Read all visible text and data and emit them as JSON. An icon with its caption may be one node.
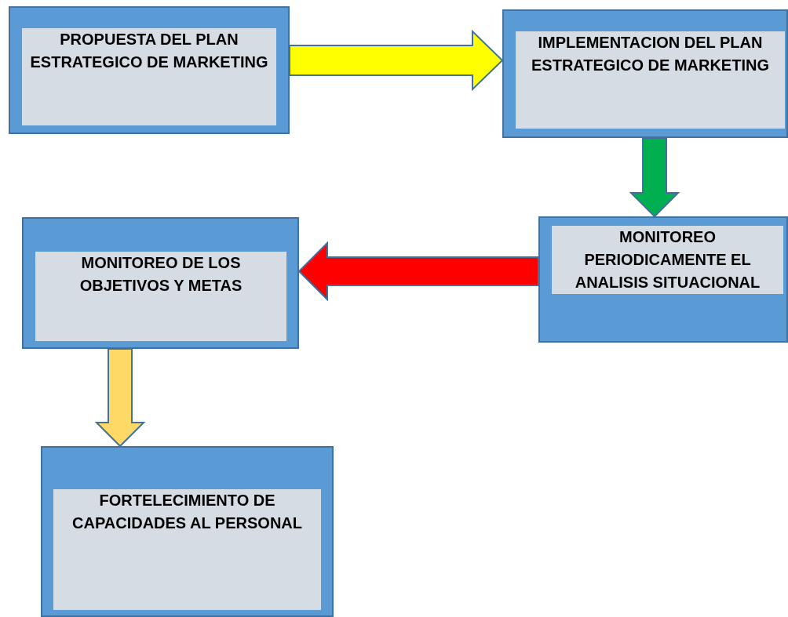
{
  "diagram": {
    "nodes": [
      {
        "text": [
          "PROPUESTA DEL PLAN ESTRATEGICO DE MARKETING"
        ]
      },
      {
        "text": [
          "IMPLEMENTACION DEL PLAN ESTRATEGICO DE MARKETING"
        ]
      },
      {
        "text": [
          "MONITOREO PERIODICAMENTE EL ANALISIS SITUACIONAL"
        ]
      },
      {
        "text": [
          "MONITOREO DE LOS OBJETIVOS Y METAS"
        ]
      },
      {
        "text": [
          "FORTELECIMIENTO DE CAPACIDADES AL PERSONAL"
        ]
      }
    ],
    "edges": [
      {
        "from": 0,
        "to": 1,
        "arrow": "to",
        "color": "#ffff00"
      },
      {
        "from": 1,
        "to": 2,
        "arrow": "to",
        "color": "#00b050"
      },
      {
        "from": 2,
        "to": 3,
        "arrow": "to",
        "color": "#ff0000"
      },
      {
        "from": 3,
        "to": 4,
        "arrow": "to",
        "color": "#ffd966"
      }
    ]
  }
}
